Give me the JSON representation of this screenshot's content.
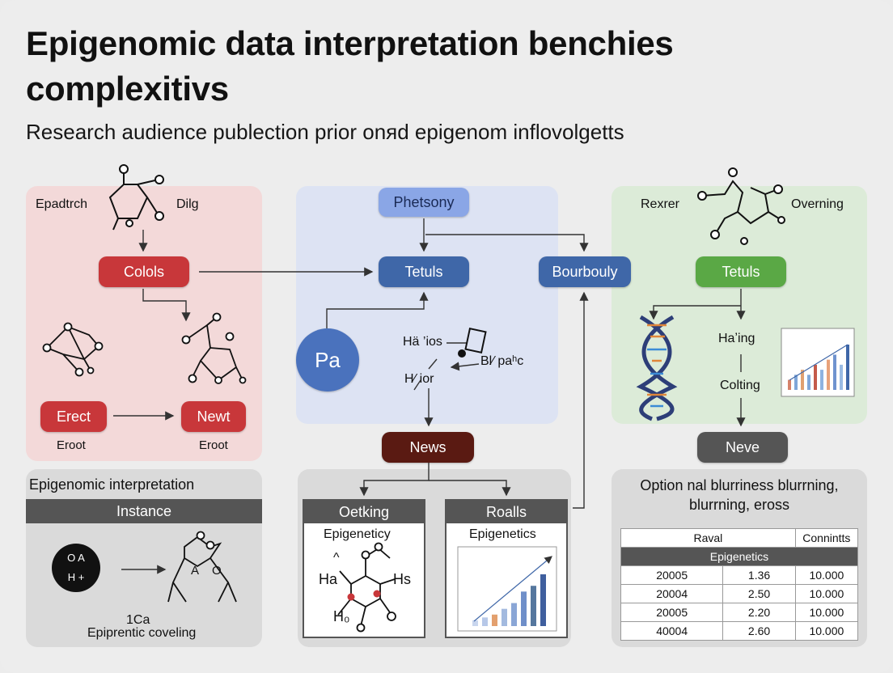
{
  "header": {
    "title": "Epigenomic data interpretation benchies complexitivs",
    "subtitle": "Research audience publection prior onяd epigenom inflovolgetts"
  },
  "left": {
    "label_a": "Epadtrch",
    "label_b": "Dilg",
    "red_top": "Colols",
    "red_left": "Erect",
    "red_right": "Newt",
    "sub_left": "Eroot",
    "sub_right": "Eroot"
  },
  "center": {
    "top_pill": "Phetsony",
    "mid_pill": "Tetuls",
    "circle": "Pa",
    "label_ha": "Hä ’ios",
    "label_hy": "H∕ ior",
    "label_bl": "Bl∕ paʰc",
    "news": "News"
  },
  "bridge": {
    "pill": "Bourbouly"
  },
  "right": {
    "label_a": "Rexrer",
    "label_b": "Overning",
    "green_pill": "Tetuls",
    "label_ha": "Haʼing",
    "label_colt": "Colting",
    "neve": "Neve"
  },
  "bottom_left": {
    "heading": "Epigenomic interpretation",
    "bar": "Instance",
    "caption_a": "1Ca",
    "caption_b": "Epiprentic coveling",
    "circle_text": "O A\nH +"
  },
  "bottom_mid": {
    "card_left_head": "Oetking",
    "card_left_sub": "Epigeneticy",
    "card_right_head": "Roalls",
    "card_right_sub": "Epigenetics",
    "mol_labels": [
      "Ha",
      "Hs",
      "H₀"
    ]
  },
  "bottom_right": {
    "heading": "Option nal blurriness blurrning, blurrning, eross",
    "table": {
      "headers": [
        "Raval",
        "Connintts"
      ],
      "subheader": "Epigenetics",
      "rows": [
        [
          "20005",
          "1.36",
          "10.000"
        ],
        [
          "20004",
          "2.50",
          "10.000"
        ],
        [
          "20005",
          "2.20",
          "10.000"
        ],
        [
          "40004",
          "2.60",
          "10.000"
        ]
      ]
    }
  },
  "mini_chart_right": {
    "values": [
      2,
      3,
      4,
      3,
      5,
      4,
      6,
      7,
      5,
      9
    ]
  },
  "mini_chart_mid": {
    "values": [
      1,
      1.5,
      2,
      3,
      4,
      6,
      7,
      9
    ]
  },
  "colors": {
    "red": "#c8373a",
    "blue": "#3f67a8",
    "green": "#5aa845",
    "dark_red": "#5a1a12",
    "gray": "#555555",
    "panel_red": "#f3d9d9",
    "panel_blue": "#dde3f3",
    "panel_green": "#dcebd8",
    "panel_gray": "#dadada"
  }
}
